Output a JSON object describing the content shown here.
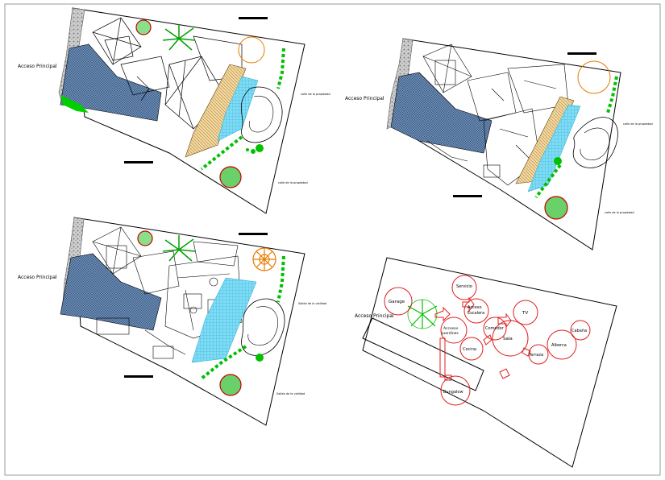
{
  "sheet": {
    "colors": {
      "line": "#000000",
      "water": "#5a7fa8",
      "pool": "#6ad6f0",
      "lawn": "#00d000",
      "tree_red": "#c40000",
      "bubble": "#e02020",
      "orange": "#e87a00",
      "stone": "#8a8a8a"
    }
  },
  "plan_top_left": {
    "access_label": "Acceso Principal",
    "street_label": "calle de la propiedad"
  },
  "plan_top_right": {
    "access_label": "Acceso Principal",
    "street_label": "calle de la propiedad"
  },
  "plan_bottom_left": {
    "access_label": "Acceso Principal",
    "street_label_1": "Salida de la vialidad",
    "street_label_2": "Salida de la vialidad"
  },
  "zoning": {
    "access_label": "Acceso Principal",
    "labels": {
      "garage": "Garage",
      "servicio": "Servicio",
      "acceso": "Acceso",
      "escalera": "Escalera",
      "tv": "TV",
      "juardines": "Juardines",
      "accesos": "Accesos",
      "comedor": "Comedor",
      "sala": "Sala",
      "cocina": "Cocina",
      "terraza": "Terraza",
      "alberca": "Alberca",
      "cabaña": "Cabaña",
      "bungalow": "Bungalow"
    }
  }
}
